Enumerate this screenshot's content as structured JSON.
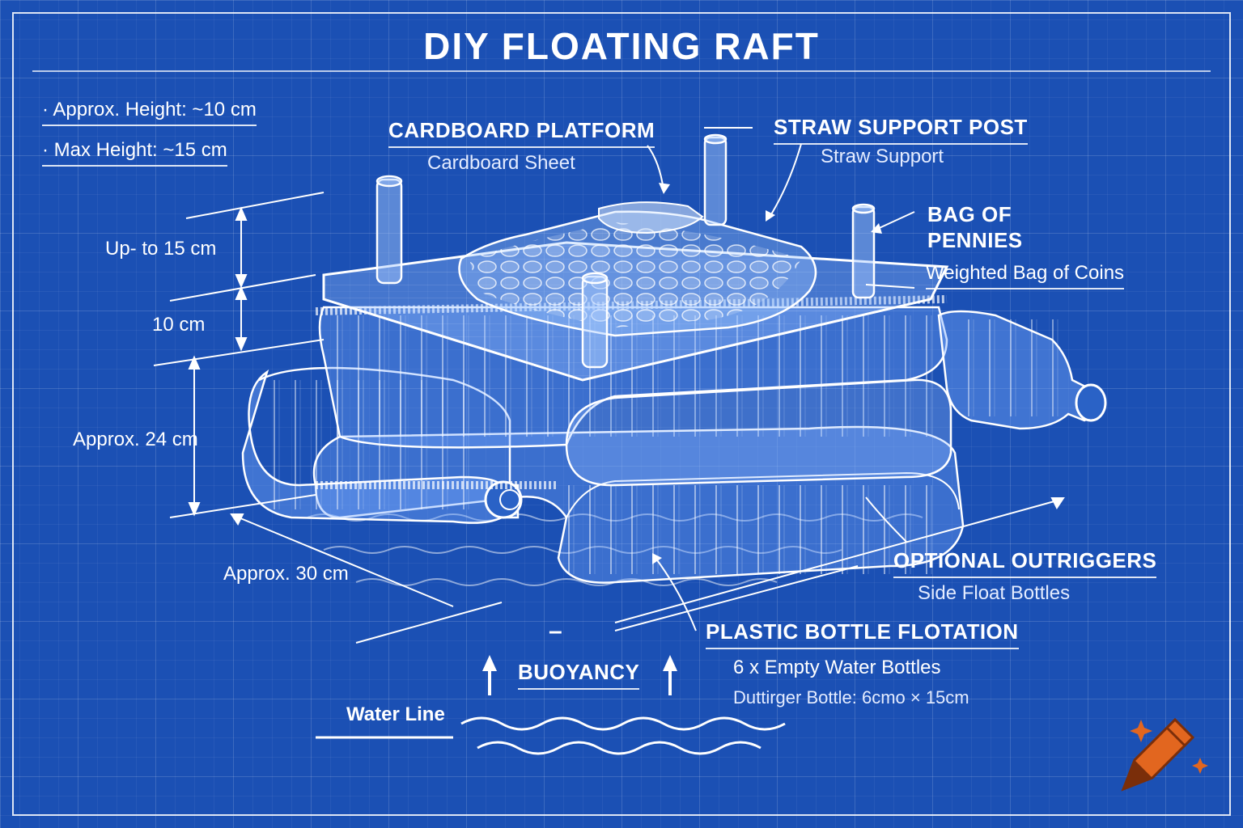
{
  "title": "DIY FLOATING RAFT",
  "specs": [
    "Approx. Height: ~10 cm",
    "Max Height: ~15 cm"
  ],
  "dimensions": {
    "up_to": "Up- to 15 cm",
    "ten": "10 cm",
    "height": "Approx. 24 cm",
    "width": "Approx. 30 cm"
  },
  "callouts": {
    "platform": {
      "title": "CARDBOARD PLATFORM",
      "sub": "Cardboard Sheet"
    },
    "post": {
      "title": "STRAW SUPPORT POST",
      "sub": "Straw Support"
    },
    "bag": {
      "title_1": "BAG OF",
      "title_2": "PENNIES",
      "sub": "Weighted Bag of Coins"
    },
    "outriggers": {
      "title": "OPTIONAL OUTRIGGERS",
      "sub": "Side Float Bottles"
    },
    "flotation": {
      "title": "PLASTIC BOTTLE FLOTATION",
      "sub": "6 x Empty Water Bottles",
      "note": "Duttirger Bottle: 6cmo × 15cm"
    }
  },
  "buoyancy": "BUOYANCY",
  "minus_sign": "–",
  "water_line": "Water Line",
  "colors": {
    "background": "#1b50b4",
    "ink": "#ffffff",
    "logo_orange": "#e2661f",
    "logo_dark": "#7a2e0a"
  },
  "logo_icon": "crayon-icon"
}
